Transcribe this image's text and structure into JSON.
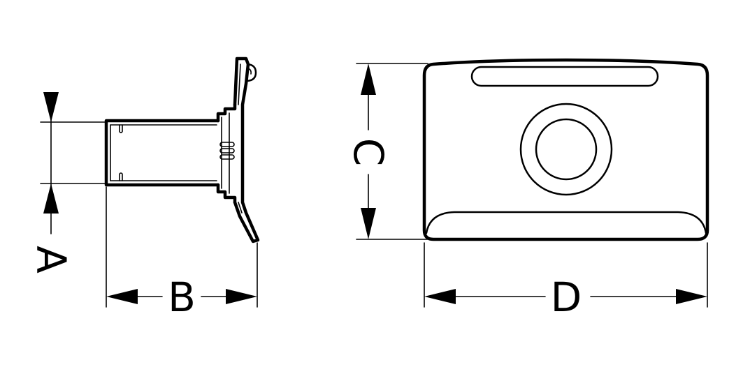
{
  "colors": {
    "line": "#000000",
    "background": "#ffffff"
  },
  "labels": {
    "a": "A",
    "b": "B",
    "c": "C",
    "d": "D"
  }
}
